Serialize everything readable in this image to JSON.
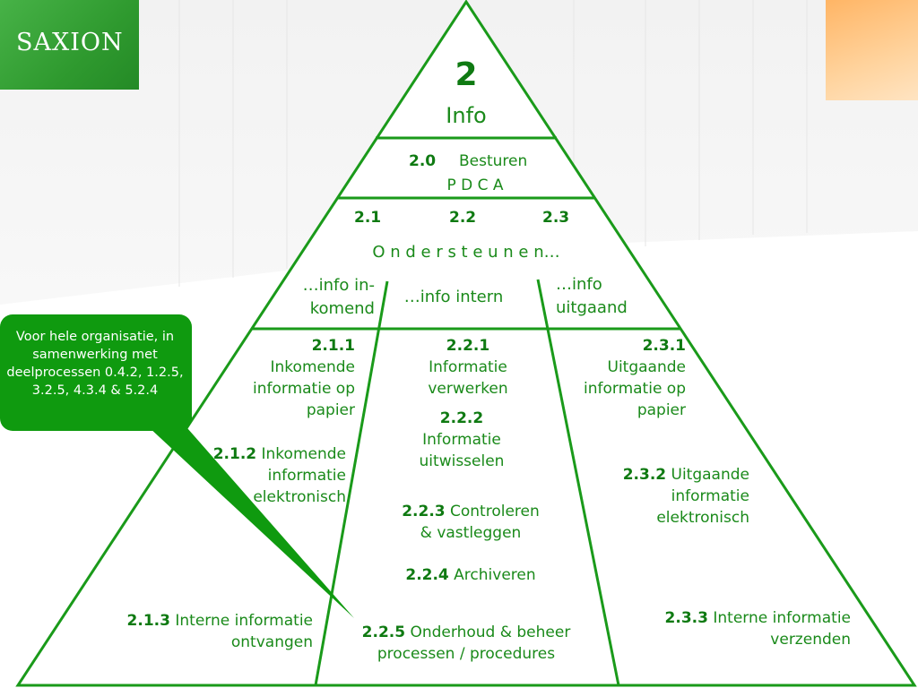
{
  "logo": {
    "text": "SAXION"
  },
  "apex": {
    "number": "2",
    "title": "Info"
  },
  "row_besturen": {
    "code": "2.0",
    "label": "Besturen",
    "sub": "P D C A"
  },
  "row_ondersteunen": {
    "codes": [
      "2.1",
      "2.2",
      "2.3"
    ],
    "label": "O n d e r s t e u n e n…"
  },
  "flows": {
    "in": "…info in-\nkomend",
    "intern": "…info intern",
    "out": "…info\nuitgaand"
  },
  "left": {
    "p211": {
      "code": "2.1.1",
      "text": "Inkomende\ninformatie op\npapier"
    },
    "p212": {
      "code": "2.1.2",
      "text_first": "Inkomende",
      "text_rest": "informatie\nelektronisch"
    },
    "p213": {
      "code": "2.1.3",
      "text_first": "Interne informatie",
      "text_rest": "ontvangen"
    }
  },
  "middle": {
    "p221": {
      "code": "2.2.1",
      "text": "Informatie\nverwerken"
    },
    "p222": {
      "code": "2.2.2",
      "text": "Informatie\nuitwisselen"
    },
    "p223": {
      "code": "2.2.3",
      "text_first": "Controleren",
      "text_rest": "& vastleggen"
    },
    "p224": {
      "code": "2.2.4",
      "text_first": "Archiveren"
    },
    "p225": {
      "code": "2.2.5",
      "text_first": "Onderhoud & beheer",
      "text_rest": "processen / procedures"
    }
  },
  "right": {
    "p231": {
      "code": "2.3.1",
      "text": "Uitgaande\ninformatie op\npapier"
    },
    "p232": {
      "code": "2.3.2",
      "text_first": "Uitgaande",
      "text_rest": "informatie\nelektronisch"
    },
    "p233": {
      "code": "2.3.3",
      "text_first": "Interne informatie",
      "text_rest": "verzenden"
    }
  },
  "callout": {
    "text": "Voor hele organisatie, in samenwerking met deelprocessen 0.4.2, 1.2.5, 3.2.5, 4.3.4 & 5.2.4"
  },
  "colors": {
    "line": "#1a9a1a",
    "text": "#1a8a1a",
    "callout": "#0f9a0f"
  }
}
